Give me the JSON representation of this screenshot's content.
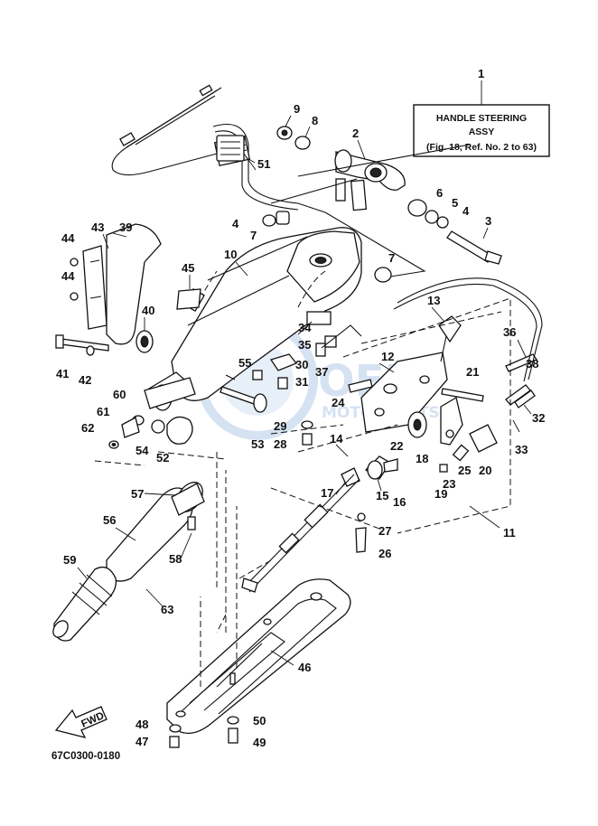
{
  "header_box": {
    "title_line1": "HANDLE STEERING",
    "title_line2": "ASSY",
    "reference": "(Fig. 18, Ref. No. 2 to 63)"
  },
  "diagram_code": "67C0300-0180",
  "fwd_label": "FWD",
  "watermark": {
    "word1": "OEM",
    "word2": "MOTORPARTS"
  },
  "callouts": [
    "1",
    "2",
    "3",
    "4",
    "4",
    "5",
    "6",
    "7",
    "7",
    "8",
    "9",
    "10",
    "11",
    "12",
    "13",
    "14",
    "15",
    "16",
    "17",
    "18",
    "19",
    "20",
    "21",
    "22",
    "23",
    "24",
    "25",
    "26",
    "27",
    "28",
    "29",
    "30",
    "31",
    "32",
    "33",
    "34",
    "35",
    "36",
    "37",
    "38",
    "39",
    "40",
    "41",
    "42",
    "43",
    "44",
    "44",
    "45",
    "46",
    "47",
    "48",
    "49",
    "50",
    "51",
    "52",
    "53",
    "54",
    "55",
    "56",
    "57",
    "58",
    "59",
    "60",
    "61",
    "62",
    "63"
  ]
}
